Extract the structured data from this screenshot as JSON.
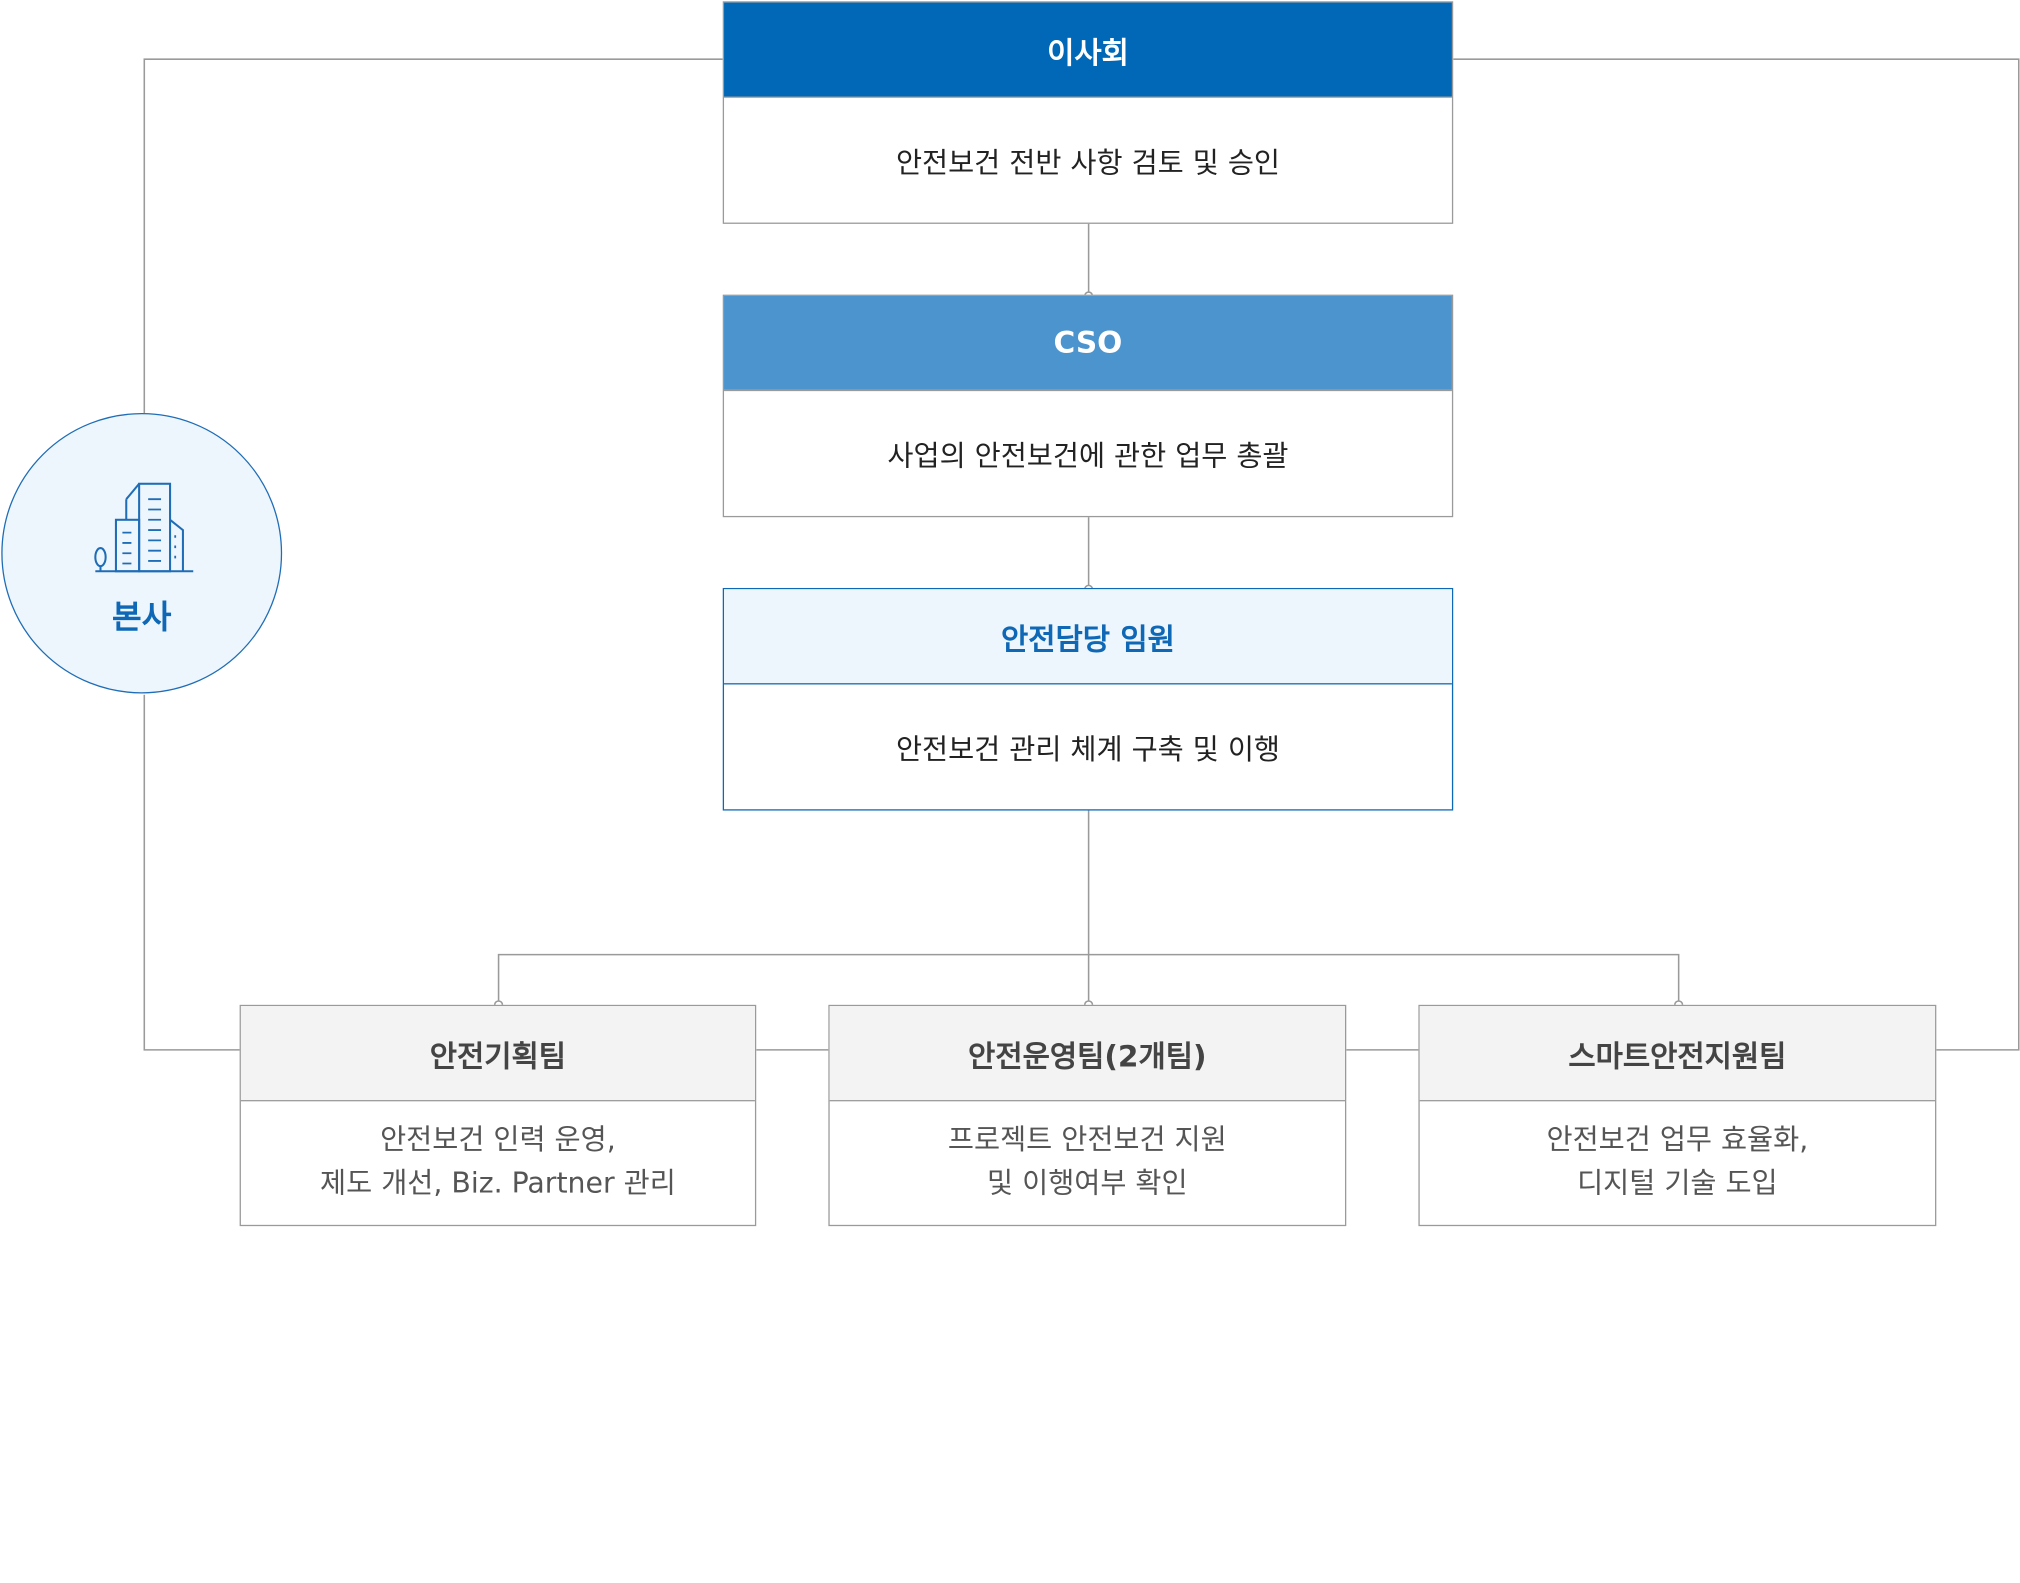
{
  "hq": {
    "label": "본사",
    "icon": "building-icon"
  },
  "board": {
    "title": "이사회",
    "desc": "안전보건 전반 사항 검토 및 승인"
  },
  "cso": {
    "title": "CSO",
    "desc": "사업의 안전보건에 관한 업무 총괄"
  },
  "officer": {
    "title": "안전담당 임원",
    "desc": "안전보건 관리 체계 구축 및 이행"
  },
  "teams": [
    {
      "title": "안전기획팀",
      "desc_lines": [
        "안전보건 인력 운영,",
        "제도 개선, Biz. Partner 관리"
      ]
    },
    {
      "title": "안전운영팀(2개팀)",
      "desc_lines": [
        "프로젝트 안전보건 지원",
        "및 이행여부 확인"
      ]
    },
    {
      "title": "스마트안전지원팀",
      "desc_lines": [
        "안전보건 업무 효율화,",
        "디지털 기술 도입"
      ]
    }
  ],
  "colors": {
    "board": "#0068b7",
    "cso": "#4b94cd",
    "officer_bg": "#eef6fd",
    "officer_text": "#0e68b5",
    "team_head": "#f3f3f3",
    "line": "#9a9a9a"
  }
}
